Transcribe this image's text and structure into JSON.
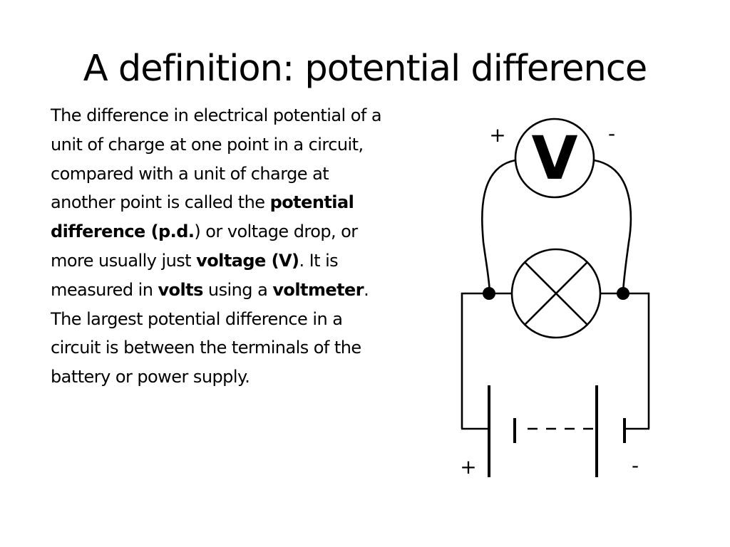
{
  "slide": {
    "title": "A definition: potential difference",
    "body": [
      {
        "text": "The difference in electrical potential of a unit of charge at one point in a circuit, compared with a unit of charge at another point is called the ",
        "bold": false
      },
      {
        "text": "potential difference (p.d.",
        "bold": true
      },
      {
        "text": ") or voltage drop, or more usually just ",
        "bold": false
      },
      {
        "text": "voltage (V)",
        "bold": true
      },
      {
        "text": ". It is measured in ",
        "bold": false
      },
      {
        "text": "volts",
        "bold": true
      },
      {
        "text": " using a ",
        "bold": false
      },
      {
        "text": "voltmeter",
        "bold": true
      },
      {
        "text": ". The largest potential difference in a circuit is between the terminals of the battery or power supply.",
        "bold": false
      }
    ]
  },
  "circuit": {
    "voltmeter_symbol": "V",
    "voltmeter_plus": "+",
    "voltmeter_minus": "-",
    "battery_plus": "+",
    "battery_minus": "-",
    "colors": {
      "ink": "#000000",
      "background": "#ffffff"
    }
  }
}
